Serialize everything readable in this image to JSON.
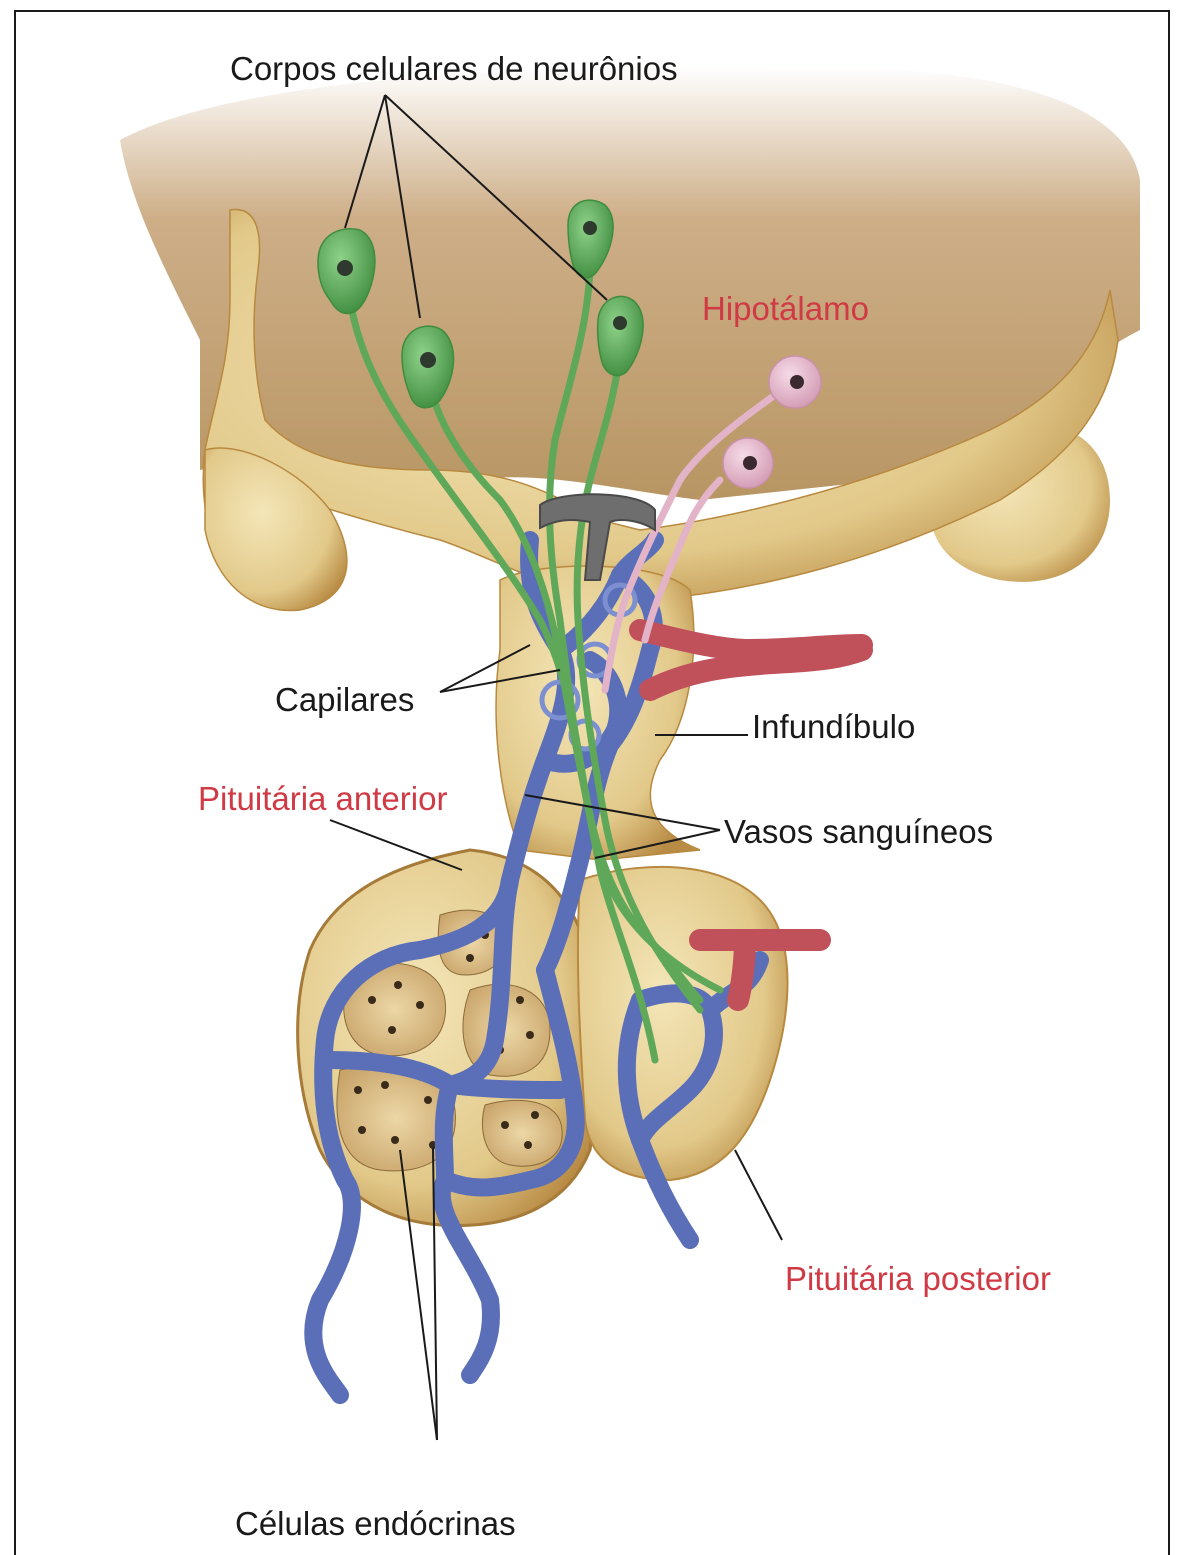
{
  "labels": {
    "neuron_bodies": "Corpos celulares de neurônios",
    "hypothalamus": "Hipotálamo",
    "capillaries": "Capilares",
    "infundibulum": "Infundíbulo",
    "anterior_pituitary": "Pituitária anterior",
    "blood_vessels": "Vasos sanguíneos",
    "posterior_pituitary": "Pituitária posterior",
    "endocrine_cells": "Células endócrinas"
  },
  "colors": {
    "tissue": "#e6cf95",
    "tissue_dark": "#b8893f",
    "vein_blue": "#5a6fb8",
    "artery_red": "#c0505a",
    "neuron_green": "#5fa85a",
    "neuron_pink": "#e3b3c8",
    "label_red": "#d03a45",
    "label_black": "#1a1a1a"
  }
}
